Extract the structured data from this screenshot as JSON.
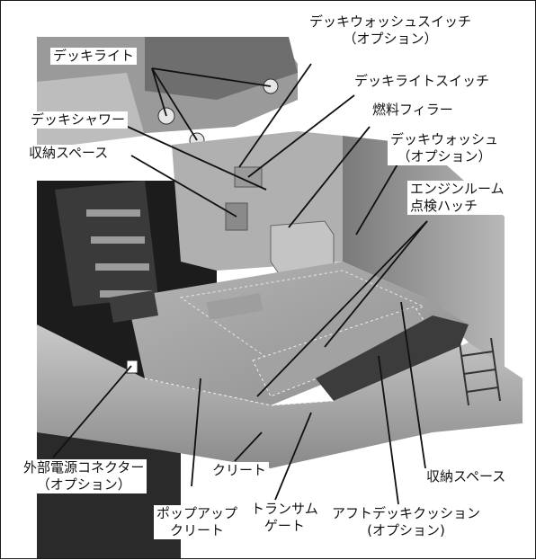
{
  "labels": {
    "deck_light": "デッキライト",
    "deck_wash_switch_1": "デッキウォッシュスイッチ",
    "deck_wash_switch_2": "（オプション）",
    "deck_light_switch": "デッキライトスイッチ",
    "fuel_filler": "燃料フィラー",
    "deck_shower": "デッキシャワー",
    "storage_upper": "収納スペース",
    "deck_wash_1": "デッキウォッシュ",
    "deck_wash_2": "（オプション）",
    "engine_hatch_1": "エンジンルーム",
    "engine_hatch_2": "点検ハッチ",
    "shore_power_1": "外部電源コネクター",
    "shore_power_2": "（オプション）",
    "cleat": "クリート",
    "popup_cleat_1": "ポップアップ",
    "popup_cleat_2": "クリート",
    "transom_gate_1": "トランサム",
    "transom_gate_2": "ゲート",
    "storage_lower": "収納スペース",
    "aft_cushion_1": "アフトデッキクッション",
    "aft_cushion_2": "(オプション)"
  }
}
